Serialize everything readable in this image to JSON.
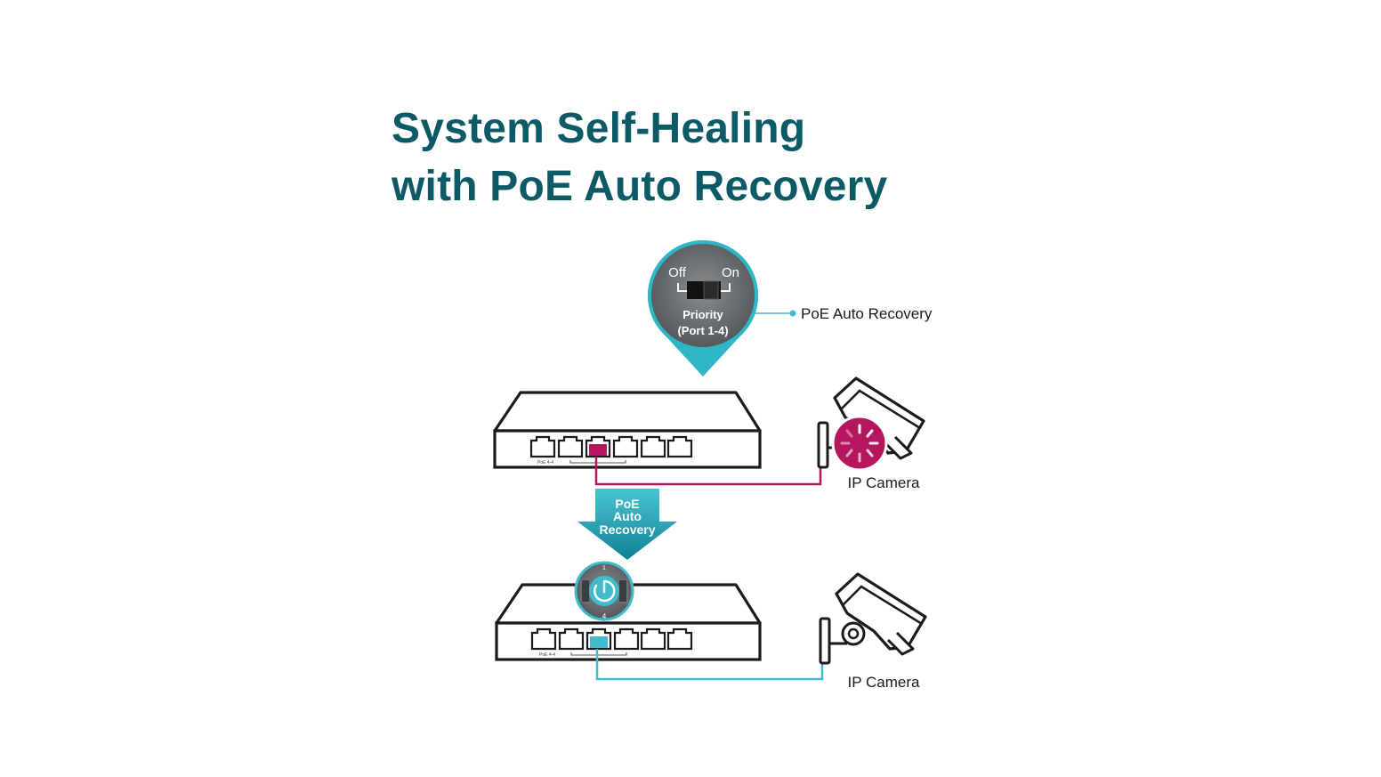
{
  "title": {
    "line1": "System Self-Healing",
    "line2": "with PoE Auto Recovery"
  },
  "switch_callout": {
    "off_label": "Off",
    "on_label": "On",
    "priority_label": "Priority",
    "port_range_label": "(Port 1-4)"
  },
  "callout_label": "PoE Auto Recovery",
  "arrow_label": {
    "line1": "PoE",
    "line2": "Auto",
    "line3": "Recovery"
  },
  "camera_top_label": "IP Camera",
  "camera_bottom_label": "IP Camera",
  "port_zoom": {
    "top_number": "1",
    "bottom_number": "4"
  },
  "colors": {
    "title": "#0b5a66",
    "fault": "#b5175e",
    "recovered": "#40bccd",
    "arrow": "#1fa7b8",
    "dark_outline": "#1b1b1b"
  },
  "icons": [
    "toggle-switch-icon",
    "power-restart-icon",
    "loading-spinner-icon",
    "ip-camera-icon"
  ]
}
